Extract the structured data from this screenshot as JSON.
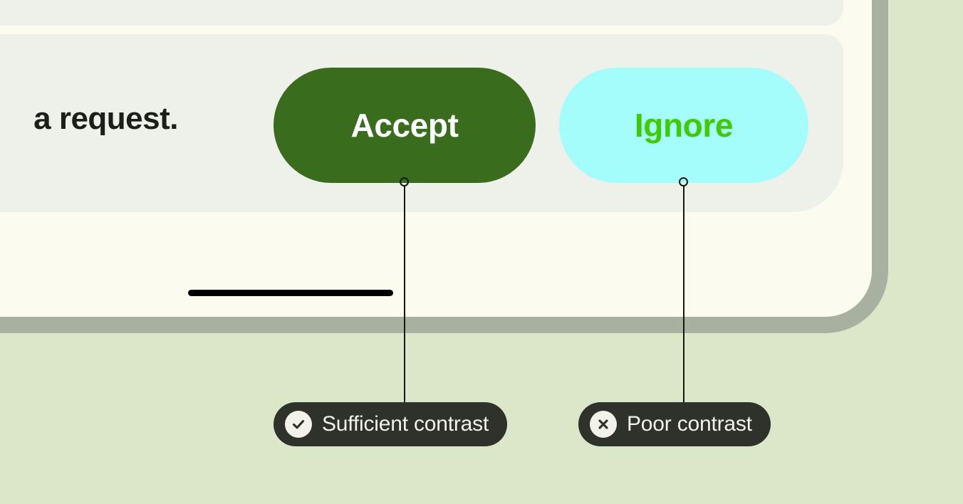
{
  "page": {
    "background_color": "#DCE7CA"
  },
  "panel": {
    "name": "settings-card-panel",
    "surface_color": "#FCFBF0",
    "border_color": "#A8B1A0",
    "row_color": "#EDF1E9"
  },
  "row": {
    "text": "a request.",
    "text_color": "#1C1E1A"
  },
  "buttons": [
    {
      "id": "accept",
      "label": "Accept",
      "background": "#3A6C1E",
      "text_color": "#FFFFFF"
    },
    {
      "id": "ignore",
      "label": "Ignore",
      "background": "#A4FCFB",
      "text_color": "#3FCB00"
    }
  ],
  "indicator": {
    "name": "home-indicator-bar",
    "color": "#000000"
  },
  "annotations": [
    {
      "id": "sufficient",
      "label": "Sufficient contrast",
      "icon": "check-circle-icon",
      "background": "#2F312B",
      "text_color": "#F2F1EA"
    },
    {
      "id": "poor",
      "label": "Poor contrast",
      "icon": "x-circle-icon",
      "background": "#2F312B",
      "text_color": "#F2F1EA"
    }
  ]
}
